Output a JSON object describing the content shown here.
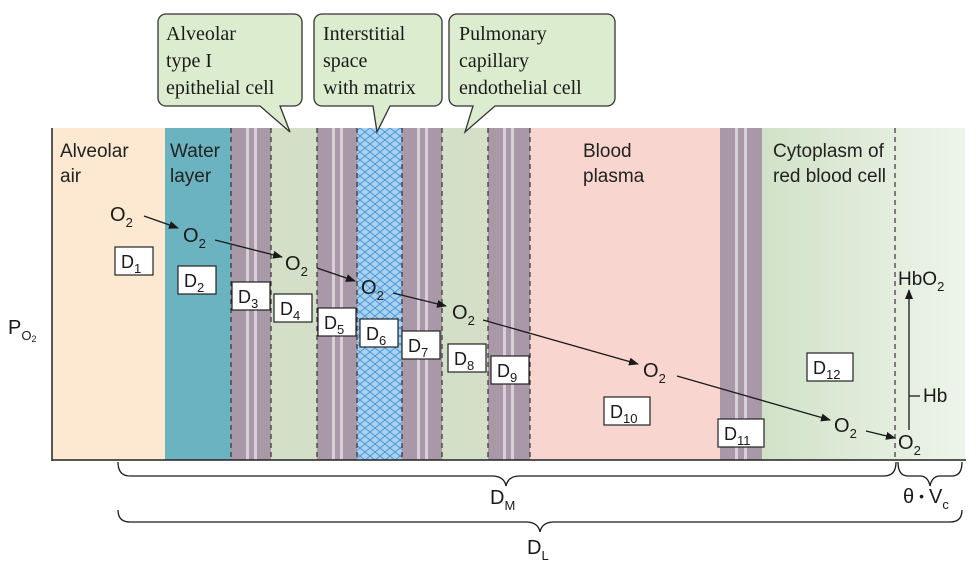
{
  "callouts": {
    "epithelial": [
      "Alveolar",
      "type I",
      "epithelial cell"
    ],
    "interstitial": [
      "Interstitial",
      "space",
      "with matrix"
    ],
    "endothelial": [
      "Pulmonary",
      "capillary",
      "endothelial cell"
    ]
  },
  "regions": {
    "alveolar_air": [
      "Alveolar",
      "air"
    ],
    "water_layer": [
      "Water",
      "layer"
    ],
    "blood_plasma": [
      "Blood",
      "plasma"
    ],
    "rbc_cytoplasm": [
      "Cytoplasm of",
      "red blood cell"
    ]
  },
  "y_axis": {
    "main": "P",
    "sub": "O",
    "subsub": "2"
  },
  "o2": {
    "main": "O",
    "sub": "2"
  },
  "diffusion_boxes": [
    {
      "main": "D",
      "sub": "1"
    },
    {
      "main": "D",
      "sub": "2"
    },
    {
      "main": "D",
      "sub": "3"
    },
    {
      "main": "D",
      "sub": "4"
    },
    {
      "main": "D",
      "sub": "5"
    },
    {
      "main": "D",
      "sub": "6"
    },
    {
      "main": "D",
      "sub": "7"
    },
    {
      "main": "D",
      "sub": "8"
    },
    {
      "main": "D",
      "sub": "9"
    },
    {
      "main": "D",
      "sub": "10"
    },
    {
      "main": "D",
      "sub": "11"
    },
    {
      "main": "D",
      "sub": "12"
    }
  ],
  "reaction": {
    "hbo2": {
      "a": "HbO",
      "b": "2"
    },
    "hb": "Hb"
  },
  "braces": {
    "dm": {
      "main": "D",
      "sub": "M"
    },
    "theta_vc": {
      "theta": "θ",
      "dot": "•",
      "v": "V",
      "sub": "c"
    },
    "dl": {
      "main": "D",
      "sub": "L"
    }
  },
  "colors": {
    "alveolar_air": "#fde9d2",
    "water_layer": "#6bb3c0",
    "membrane": "#a998a8",
    "membrane_stripe": "#d9cfd8",
    "cell_green": "#d3dfc6",
    "interstitial": "#a7d3f2",
    "blood_plasma": "#f8d6cf",
    "rbc_green": "#d3e3ca",
    "callout_fill": "#dceccf"
  }
}
